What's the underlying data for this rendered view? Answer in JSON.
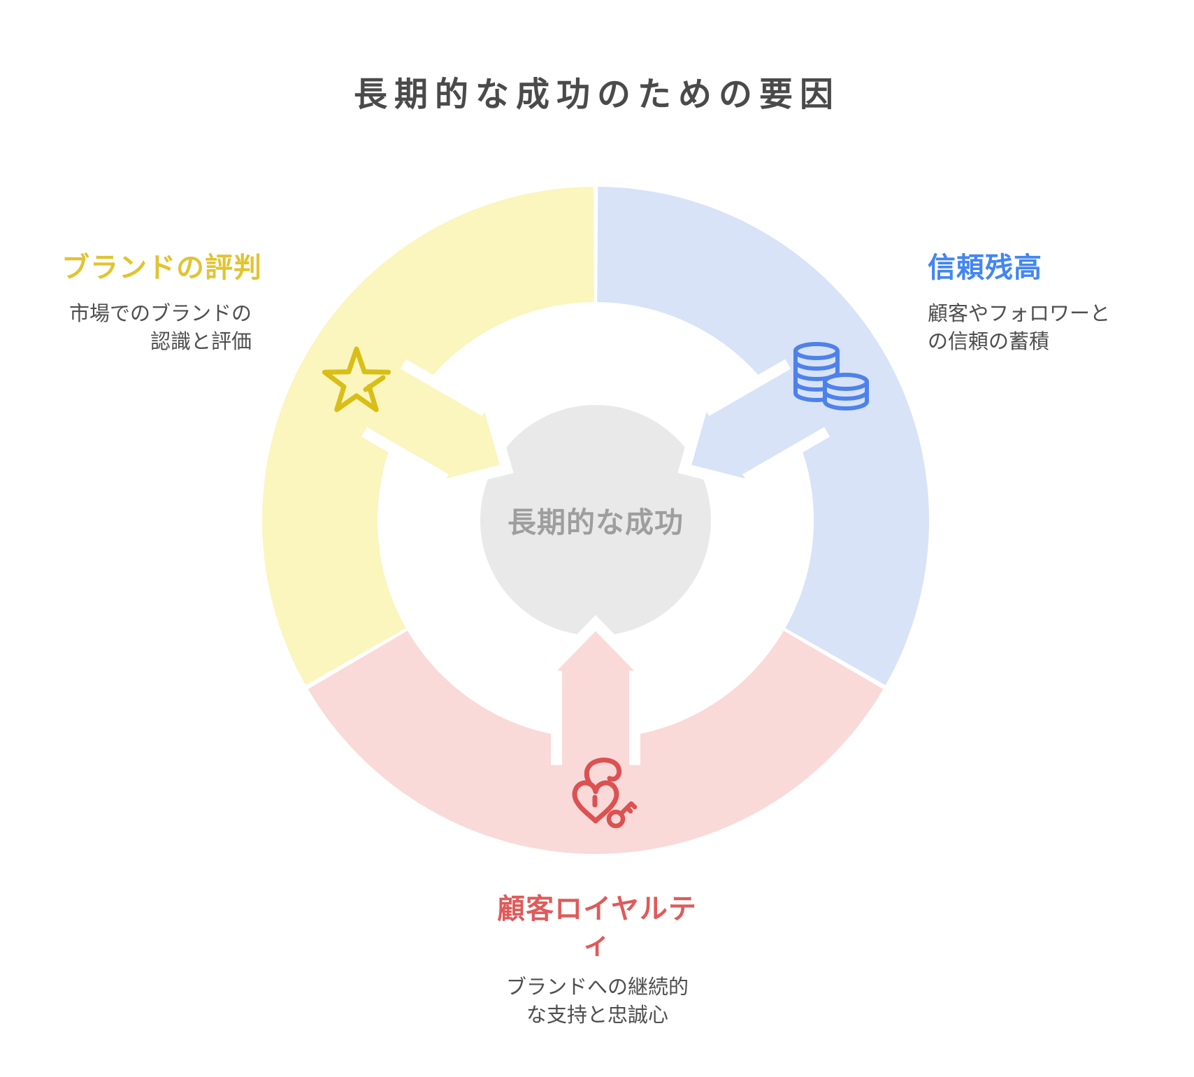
{
  "page_title": "長期的な成功のための要因",
  "center": {
    "label": "長期的な成功"
  },
  "factors": [
    {
      "id": "brand-reputation",
      "label": "ブランドの評判",
      "description": "市場でのブランドの認識と評価",
      "accent_color": "#E0C431",
      "icon_color": "#D8BE17",
      "segment_color": "#FBF5BE",
      "icon": "star-icon"
    },
    {
      "id": "trust-balance",
      "label": "信頼残高",
      "description": "顧客やフォロワーとの信頼の蓄積",
      "accent_color": "#4285F4",
      "icon_color": "#4E82EA",
      "segment_color": "#D8E3F8",
      "icon": "coins-icon"
    },
    {
      "id": "customer-loyalty",
      "label": "顧客ロイヤルティ",
      "description": "ブランドへの継続的な支持と忠誠心",
      "accent_color": "#E05A5A",
      "icon_color": "#DC5151",
      "segment_color": "#FAD9D9",
      "icon": "heart-lock-icon"
    }
  ],
  "colors": {
    "background": "#FFFFFF",
    "center_circle": "#E9E9E9",
    "center_text": "#9E9E9E",
    "title_text": "#4A4A4A",
    "description_text": "#4E4E4E",
    "arrow_outline": "#FFFFFF"
  }
}
